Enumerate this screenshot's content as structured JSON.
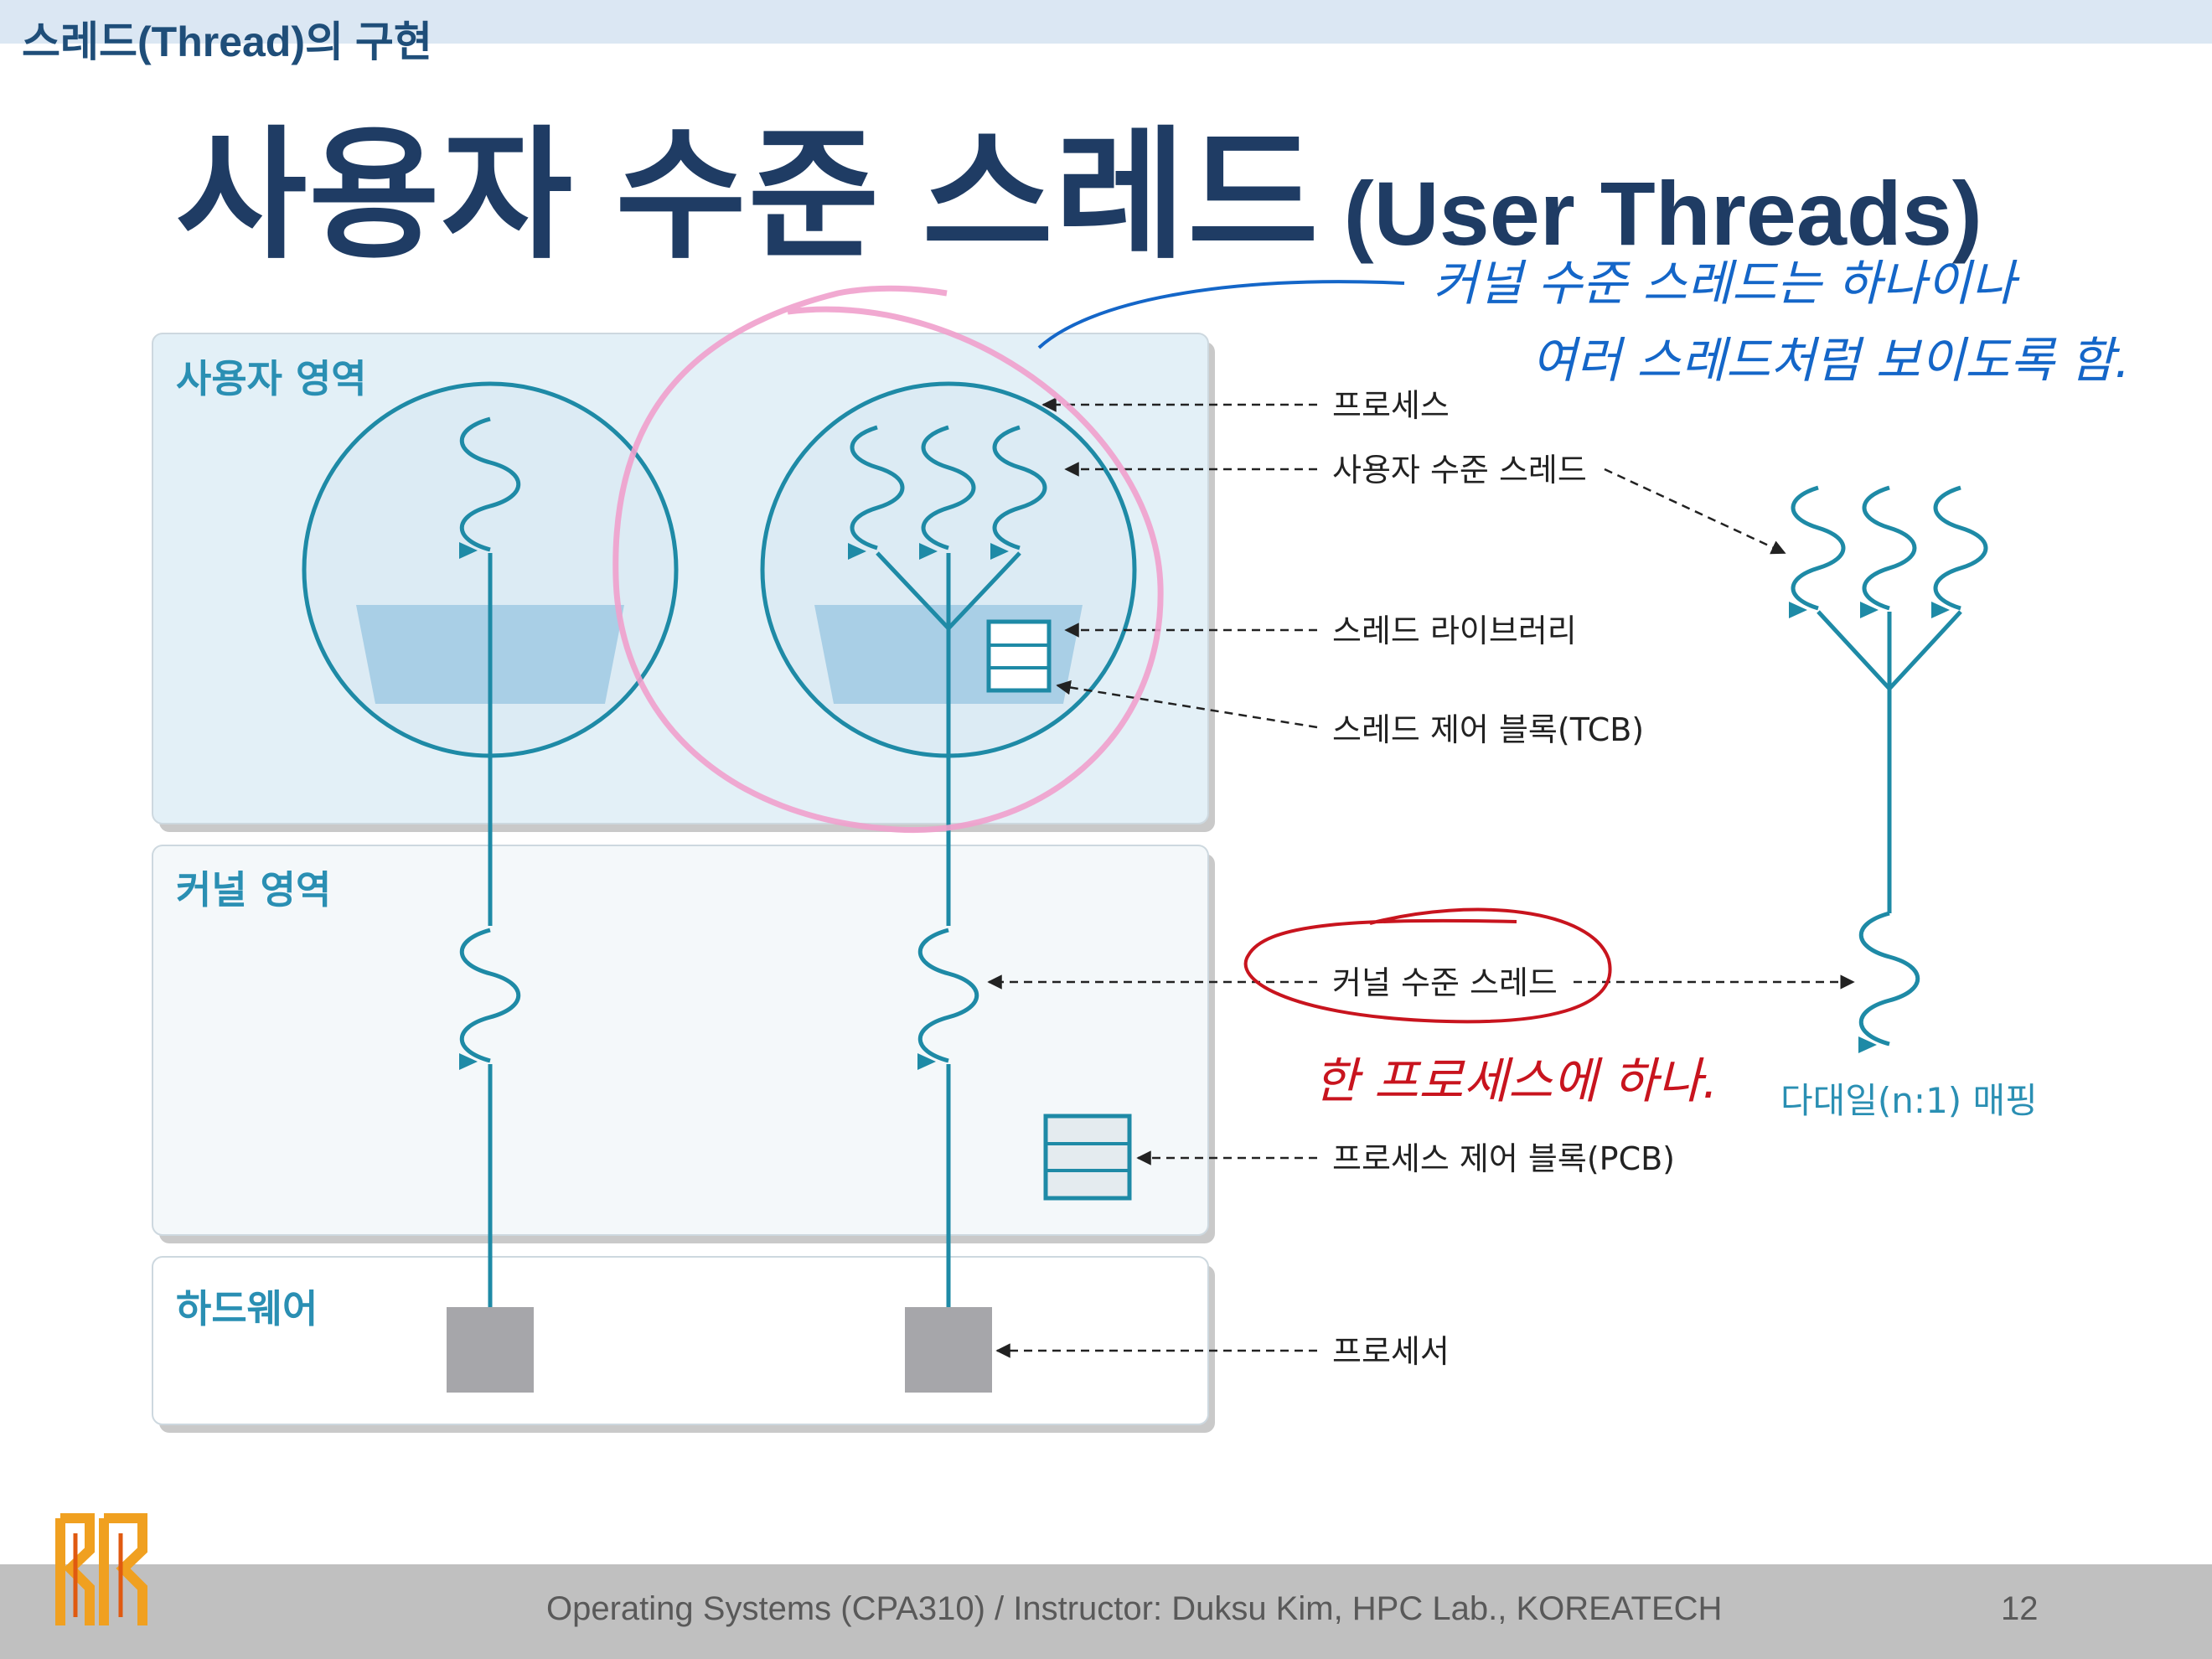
{
  "header": {
    "section": "스레드(Thread)의 구현",
    "title_ko": "사용자 수준 스레드",
    "title_en": "(User Threads)"
  },
  "diagram": {
    "regions": {
      "user": "사용자 영역",
      "kernel": "커널 영역",
      "hardware": "하드웨어"
    },
    "labels": {
      "process": "프로세스",
      "user_thread": "사용자 수준 스레드",
      "thread_library": "스레드 라이브러리",
      "tcb": "스레드 제어 블록(TCB)",
      "kernel_thread": "커널 수준 스레드",
      "pcb": "프로세스 제어 블록(PCB)",
      "processor": "프로세서",
      "mapping": "다대일(n:1) 매핑"
    },
    "annotations": {
      "blue_line1": "커널 수준 스레드는 하나이나",
      "blue_line2": "여러 스레드처럼 보이도록 함.",
      "red": "한 프로세스에 하나."
    },
    "colors": {
      "teal": "#1e8aa6",
      "title": "#1f3c64",
      "region_label": "#2a8fb3",
      "blue_ink": "#1466c8",
      "red_ink": "#c8141e",
      "pink_ink": "#f0a0cc"
    }
  },
  "footer": {
    "text": "Operating Systems (CPA310) / Instructor: Duksu Kim, HPC Lab., KOREATECH",
    "page": "12"
  }
}
